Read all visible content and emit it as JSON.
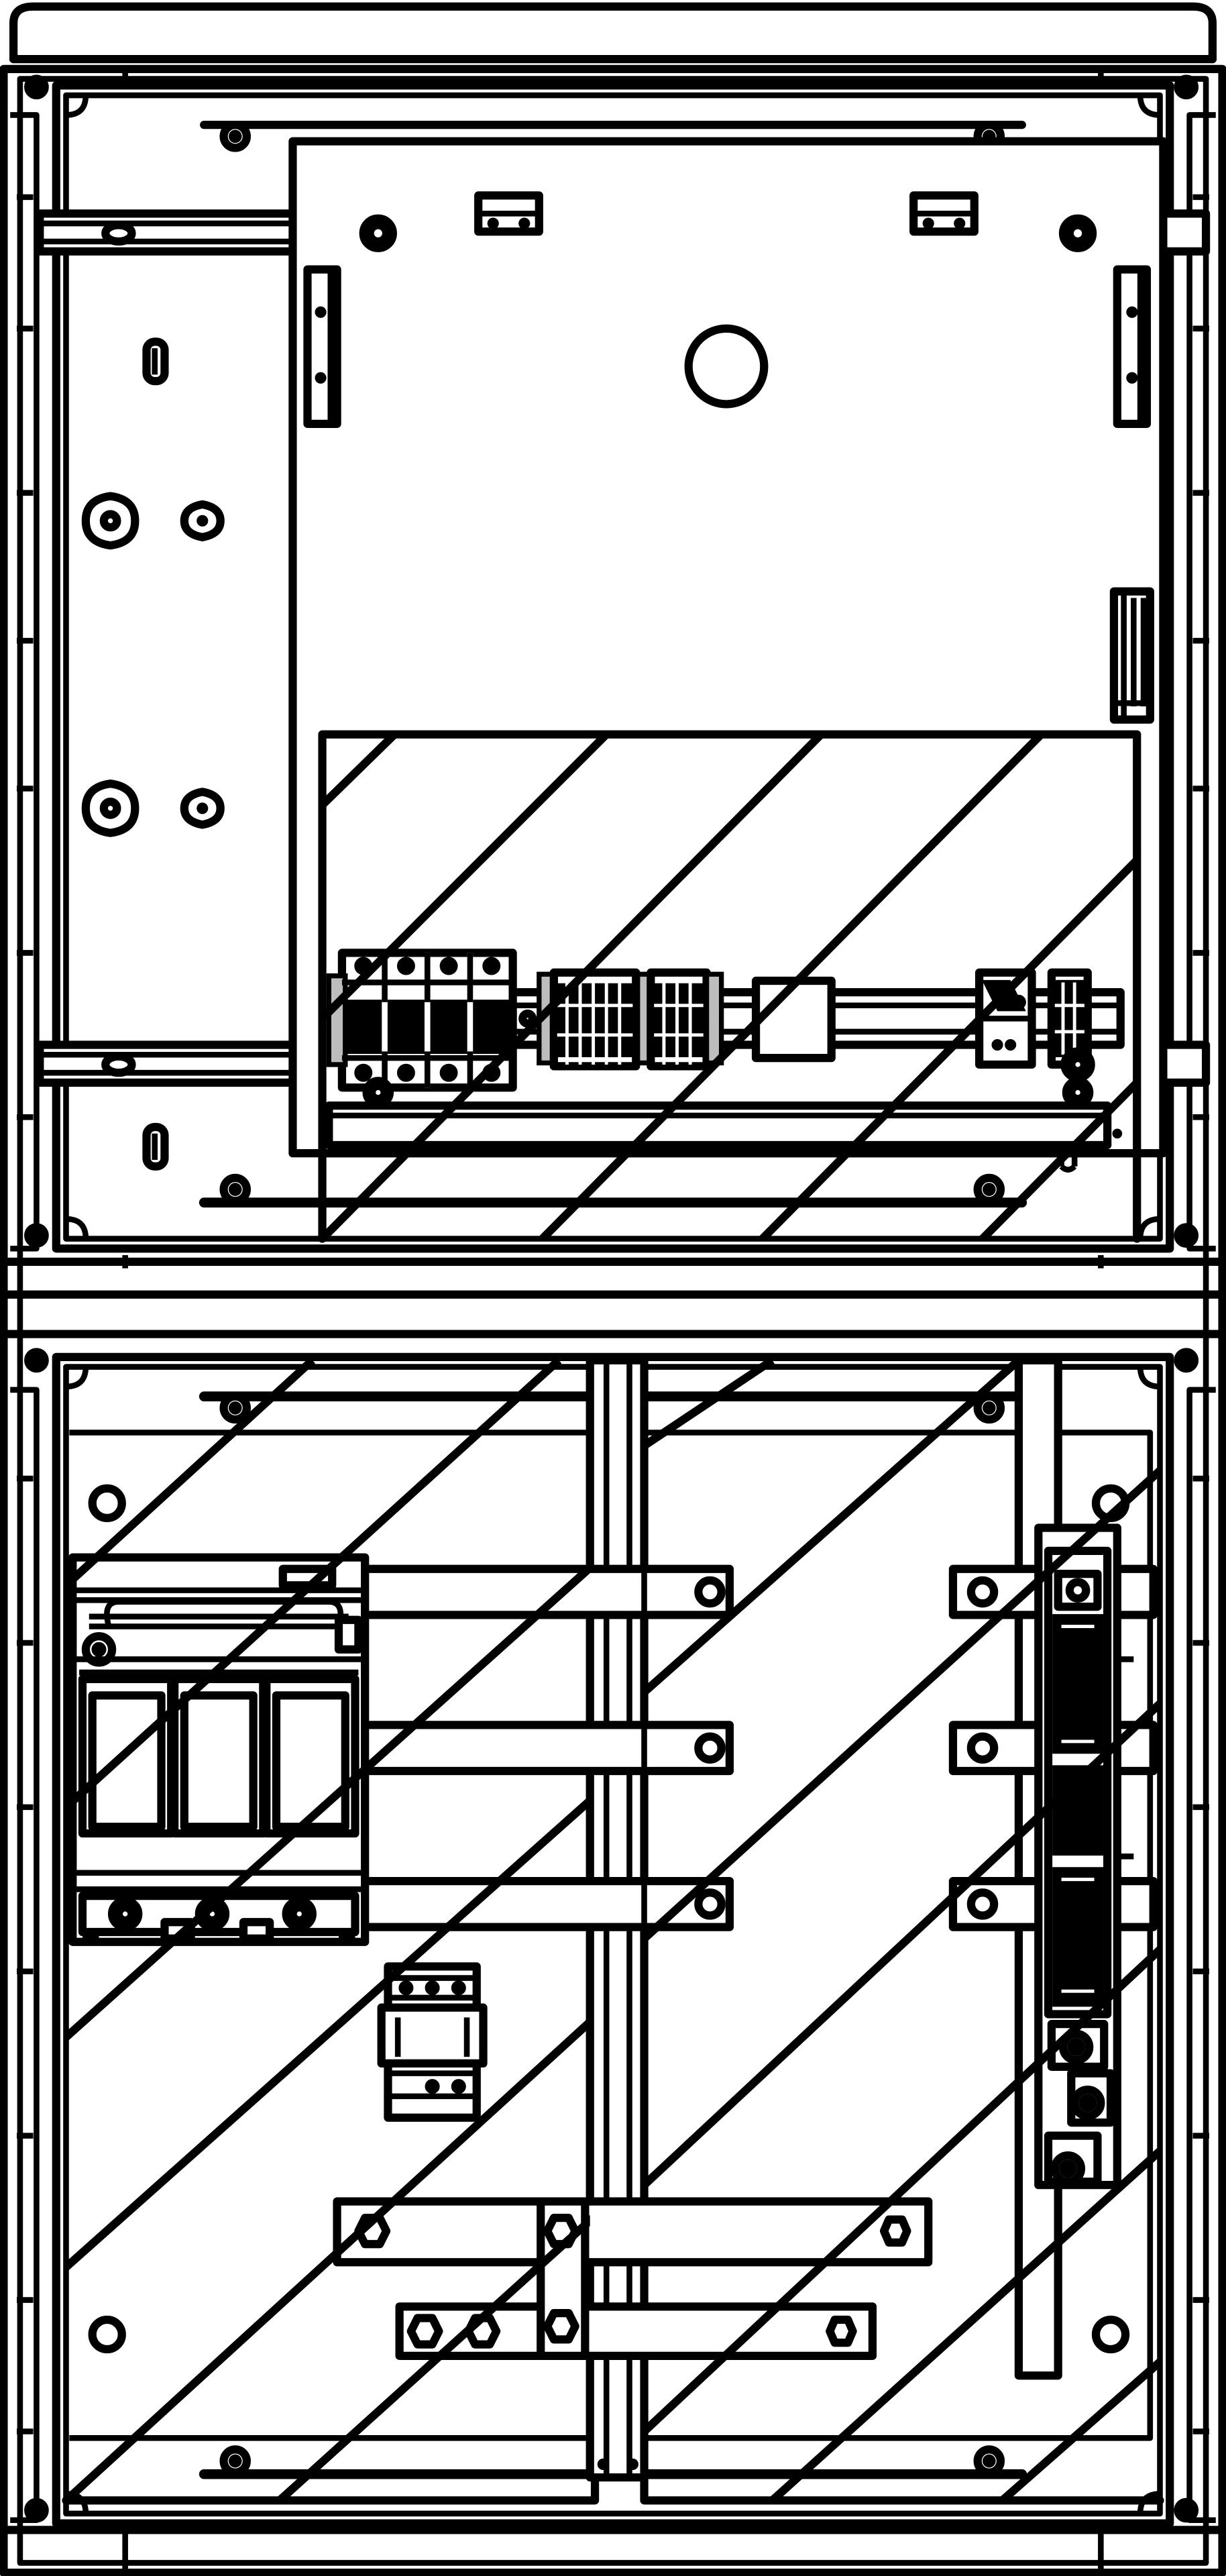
{
  "drawing": {
    "subject": "",
    "upper_compartment": {
      "mounting_plate": true,
      "transparent_cover": true,
      "din_rail_devices": [
        "mcb-4-pole",
        "terminal-block",
        "terminal-block",
        "blank-module",
        "terminal-small",
        "terminal-block-small"
      ]
    },
    "lower_compartment": {
      "transparent_cover": true,
      "devices": [
        "switch-disconnector-3-pole",
        "small-breaker-2-pole",
        "fuse-holder-vertical",
        "busbar-set"
      ]
    },
    "colors": {
      "line": "#000000",
      "fill": "#ffffff",
      "shade": "#bdbdbd"
    }
  }
}
